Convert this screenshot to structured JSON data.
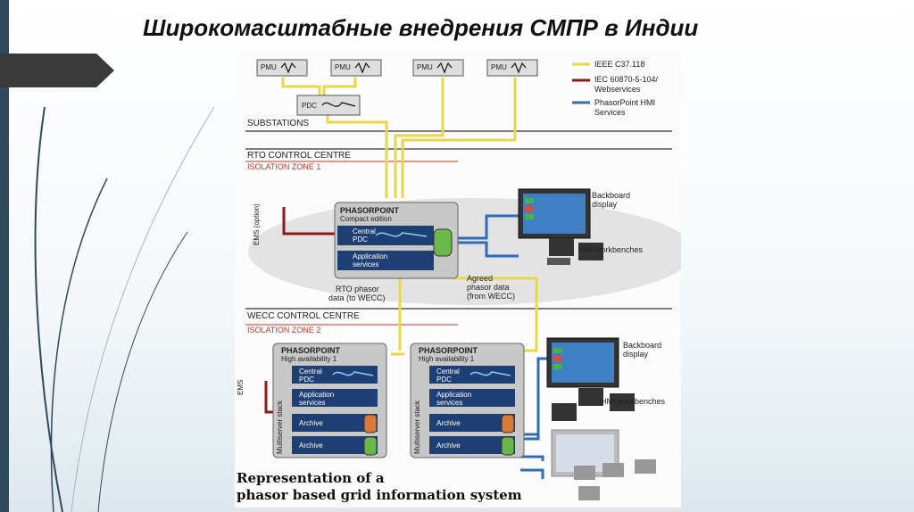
{
  "slide": {
    "title": "Широкомасштабные внедрения СМПР в Индии"
  },
  "diagram": {
    "pmu_label": "PMU",
    "pdc_label": "PDC",
    "zones": {
      "substations": "SUBSTATIONS",
      "rto": "RTO CONTROL CENTRE",
      "isolation1": "ISOLATION ZONE 1",
      "wecc": "WECC CONTROL CENTRE",
      "isolation2": "ISOLATION ZONE 2"
    },
    "legend": {
      "ieee": "IEEE C37.118",
      "iec_line1": "IEC 60870-5-104/",
      "iec_line2": "Webservices",
      "hmi_line1": "PhasorPoint HMI",
      "hmi_line2": "Services"
    },
    "compact": {
      "brand": "PHASORPOINT",
      "edition": "Compact edition",
      "central_line1": "Central",
      "central_line2": "PDC",
      "app_line1": "Application",
      "app_line2": "services"
    },
    "ha1": {
      "brand": "PHASORPOINT",
      "edition": "High availability 1",
      "central_line1": "Central",
      "central_line2": "PDC",
      "app_line1": "Application",
      "app_line2": "services",
      "archive1": "Archive",
      "archive2": "Archive",
      "stack": "Multiserver stack"
    },
    "ha2": {
      "brand": "PHASORPOINT",
      "edition": "High availability 1",
      "central_line1": "Central",
      "central_line2": "PDC",
      "app_line1": "Application",
      "app_line2": "services",
      "archive1": "Archive",
      "archive2": "Archive",
      "stack": "Multiserver stack"
    },
    "ems_option": "EMS (option)",
    "ems": "EMS",
    "rto_data_line1": "RTO phasor",
    "rto_data_line2": "data (to WECC)",
    "agreed_line1": "Agreed",
    "agreed_line2": "phasor data",
    "agreed_line3": "(from WECC)",
    "backboard1_line1": "Backboard",
    "backboard1_line2": "display",
    "hmi1": "HMI workbenches",
    "backboard2_line1": "Backboard",
    "backboard2_line2": "display",
    "hmi2": "HMI workbenches",
    "caption_line1": "Representation of a",
    "caption_line2": "phasor based grid information system",
    "colors": {
      "ieee": "#e6d84a",
      "iec": "#8b1a1a",
      "hmi": "#2f6db5",
      "module": "#1e3f73",
      "panel": "#c8c8c8"
    }
  }
}
